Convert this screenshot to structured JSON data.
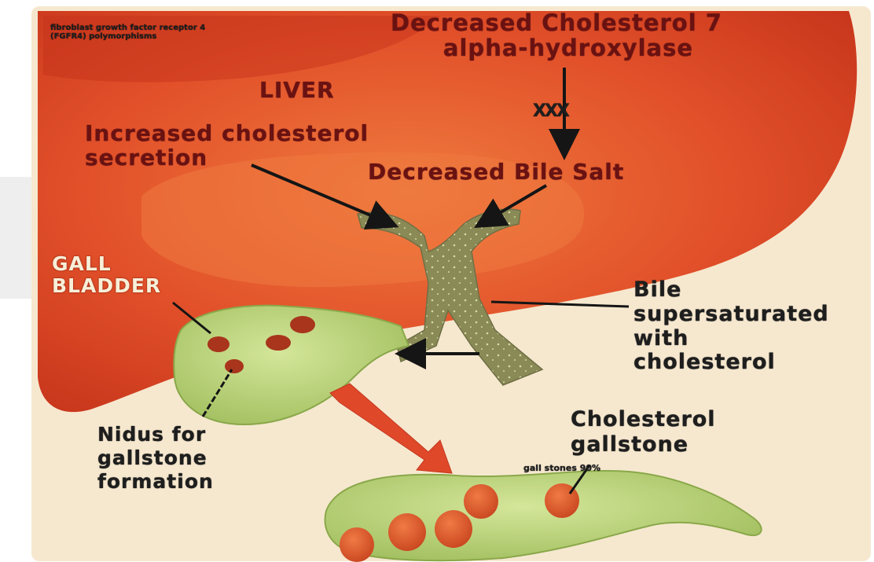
{
  "labels": {
    "fgfr4_line1": "fibroblast growth factor receptor 4",
    "fgfr4_line2": "(FGFR4) polymorphisms",
    "enzyme_line1": "Decreased Cholesterol 7",
    "enzyme_line2": "alpha-hydroxylase",
    "liver": "LIVER",
    "block_mark": "XXX",
    "increased_line1": "Increased cholesterol",
    "increased_line2": "secretion",
    "bile_salt": "Decreased Bile Salt",
    "gall_line1": "GALL",
    "gall_line2": "BLADDER",
    "bile_line1": "Bile",
    "bile_line2": "supersaturated",
    "bile_line3": "with",
    "bile_line4": "cholesterol",
    "nidus_line1": "Nidus for",
    "nidus_line2": "gallstone",
    "nidus_line3": "formation",
    "stone_line1": "Cholesterol",
    "stone_line2": "gallstone",
    "stone_pct": "gall stones   90%"
  },
  "colors": {
    "liver": "#d9401e",
    "liver_dark": "#c4311a",
    "liver_light": "#e9673a",
    "background": "#f6e8cf",
    "gallbladder": "#b8d27a",
    "duct": "#8e8f5a",
    "stone": "#d8562a",
    "arrow": "#e0482a",
    "label_maroon": "#6a1212",
    "label_dark": "#1e1e1e"
  }
}
